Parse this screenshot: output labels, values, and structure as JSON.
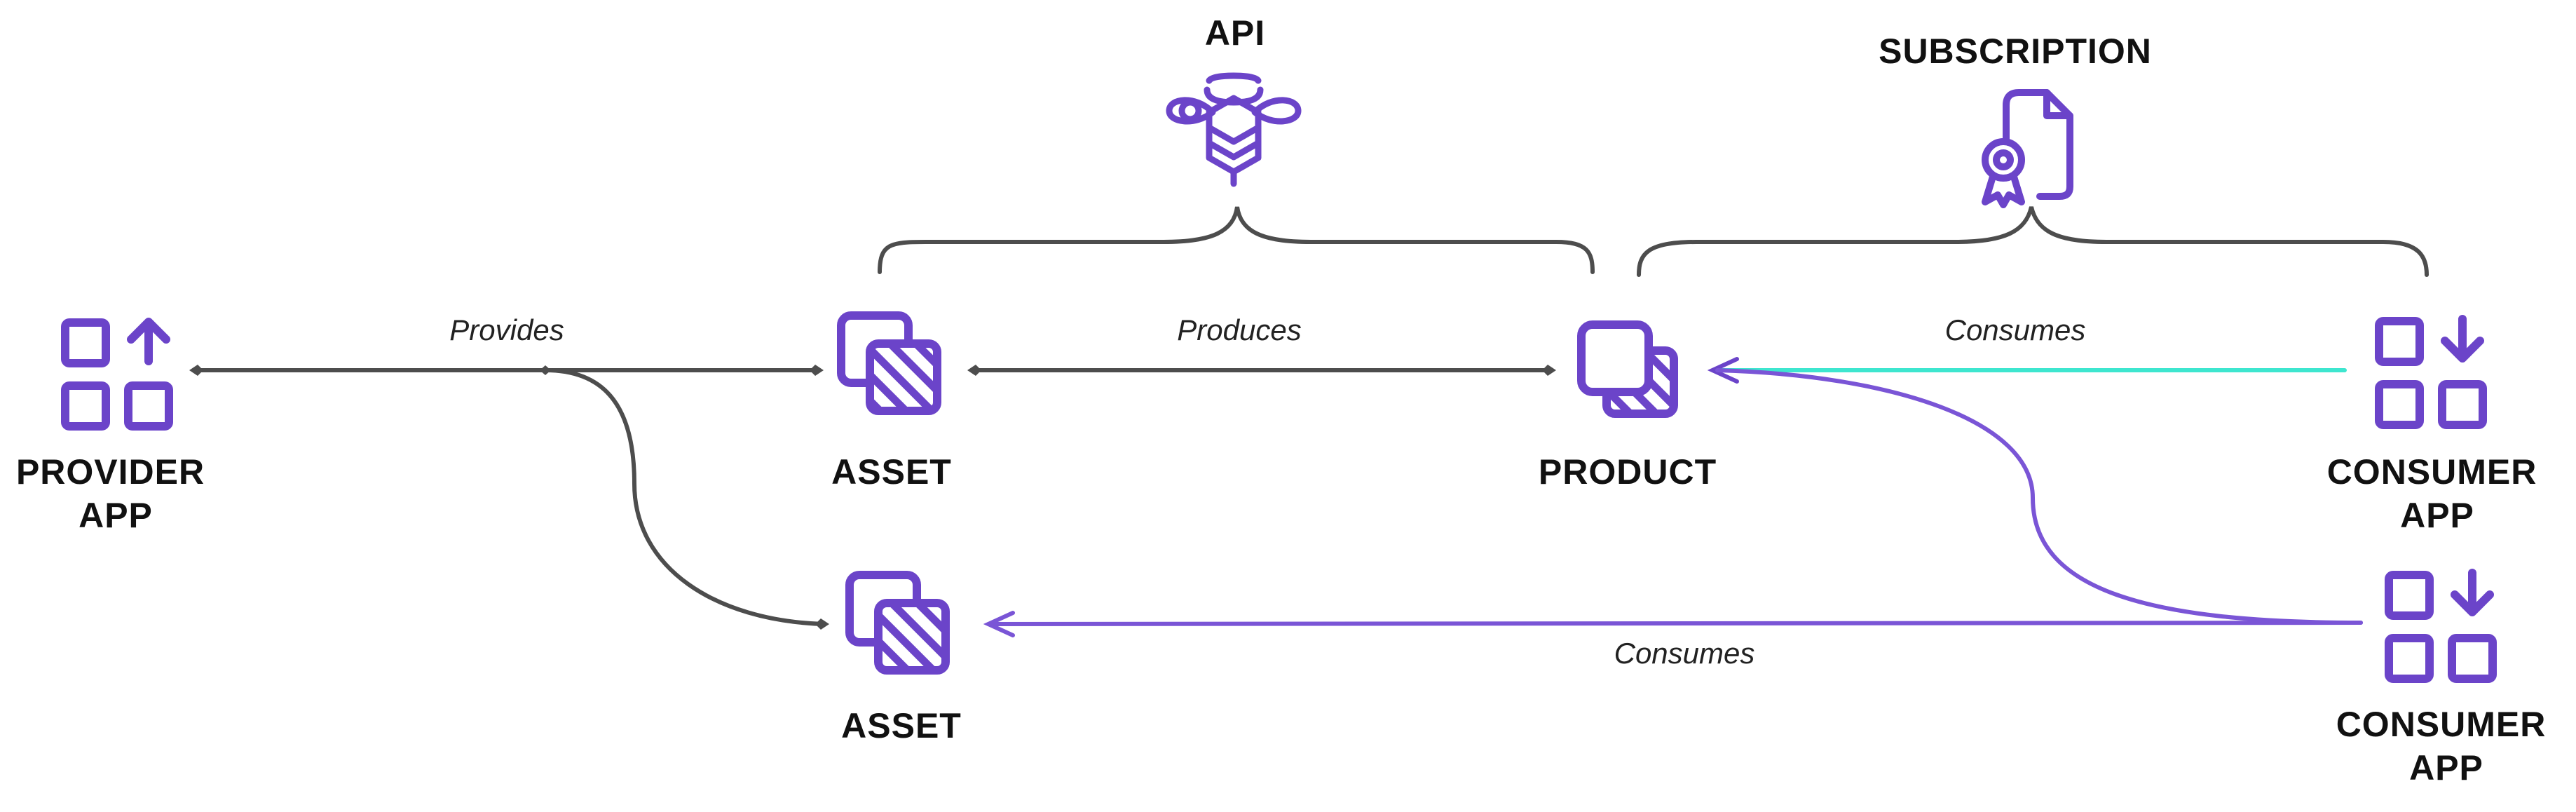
{
  "colors": {
    "accent": "#6b44c9",
    "connector": "#4d4d4d",
    "highlight": "#3ee6cf"
  },
  "groups": {
    "api": {
      "label": "API",
      "icon": "api-icon"
    },
    "subscription": {
      "label": "SUBSCRIPTION",
      "icon": "certificate-document-icon"
    }
  },
  "nodes": {
    "provider_app": {
      "label_line1": "PROVIDER",
      "label_line2": "APP",
      "icon": "apps-upload-icon"
    },
    "asset_top": {
      "label": "ASSET",
      "icon": "asset-stack-icon"
    },
    "product": {
      "label": "PRODUCT",
      "icon": "product-stack-icon"
    },
    "consumer_app_top": {
      "label_line1": "CONSUMER",
      "label_line2": "APP",
      "icon": "apps-download-icon"
    },
    "asset_bottom": {
      "label": "ASSET",
      "icon": "asset-stack-icon"
    },
    "consumer_app_bottom": {
      "label_line1": "CONSUMER",
      "label_line2": "APP",
      "icon": "apps-download-icon"
    }
  },
  "edges": {
    "provides": "Provides",
    "produces": "Produces",
    "consumes_top": "Consumes",
    "consumes_bottom": "Consumes"
  }
}
